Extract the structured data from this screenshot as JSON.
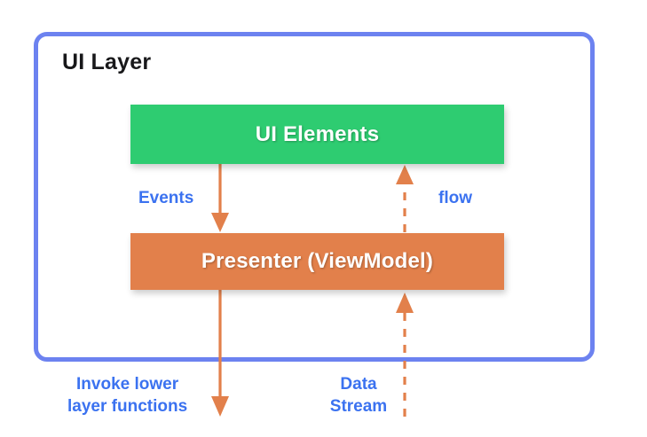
{
  "diagram": {
    "title": "UI Layer",
    "type": "architecture-layer-diagram",
    "colors": {
      "layer_border": "#6c82f0",
      "ui_elements_fill": "#2ecc71",
      "presenter_fill": "#e2804b",
      "connector_stroke": "#e2804b",
      "label_text": "#3b72f0",
      "title_text": "#18181a",
      "box_label_text": "#ffffff",
      "background": "#ffffff"
    },
    "boxes": [
      {
        "id": "ui-elements",
        "label": "UI Elements",
        "fill": "#2ecc71"
      },
      {
        "id": "presenter",
        "label": "Presenter (ViewModel)",
        "fill": "#e2804b"
      }
    ],
    "connectors": [
      {
        "id": "events",
        "label": "Events",
        "from": "ui-elements",
        "to": "presenter",
        "direction": "down",
        "style": "solid"
      },
      {
        "id": "flow",
        "label": "flow",
        "from": "presenter",
        "to": "ui-elements",
        "direction": "up",
        "style": "dashed"
      },
      {
        "id": "invoke-lower-layer-functions",
        "label_line1": "Invoke lower",
        "label_line2": "layer functions",
        "from": "presenter",
        "to": "lower-layer",
        "direction": "down",
        "style": "solid"
      },
      {
        "id": "data-stream",
        "label_line1": "Data",
        "label_line2": "Stream",
        "from": "lower-layer",
        "to": "presenter",
        "direction": "up",
        "style": "dashed"
      }
    ]
  }
}
